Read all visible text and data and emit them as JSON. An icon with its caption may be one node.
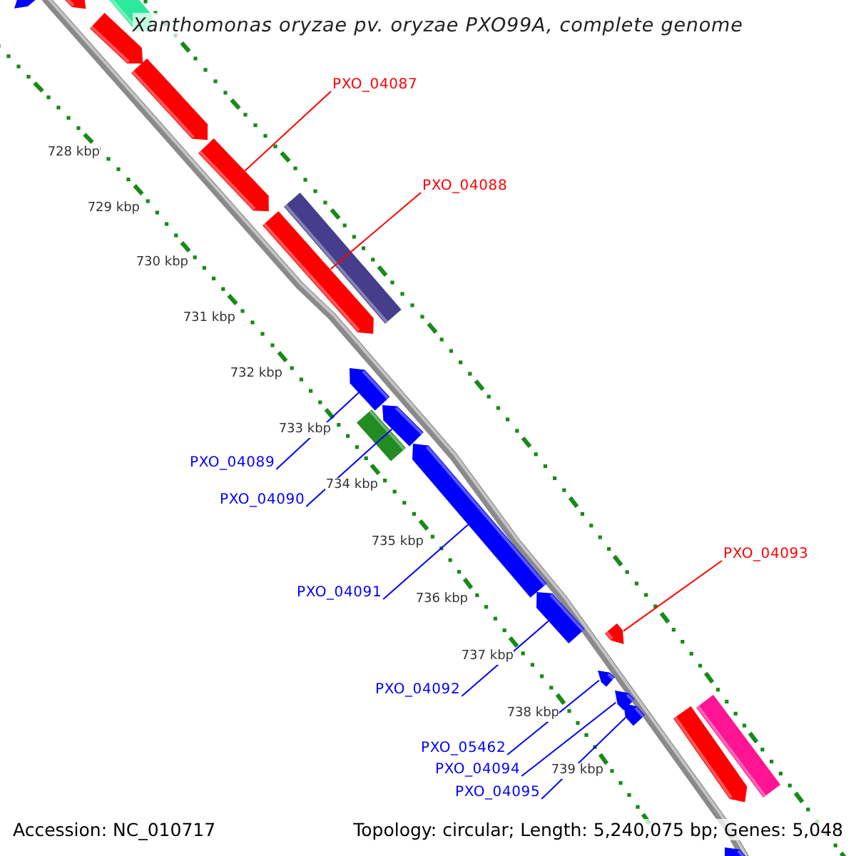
{
  "diagram": {
    "title": "Xanthomonas oryzae pv. oryzae PXO99A, complete genome",
    "nodes": [
      {
        "text": [],
        "shape": "arrow"
      },
      {
        "text": [],
        "shape": "arrow"
      },
      {
        "text": [],
        "shape": "arrow"
      },
      {
        "text": [],
        "shape": "arrow"
      },
      {
        "text": [
          "PXO_04087"
        ]
      },
      {
        "text": [],
        "shape": "arrow"
      },
      {
        "text": [],
        "shape": "arrow"
      },
      {
        "text": [],
        "shape": "bar"
      },
      {
        "text": [
          "PXO_04088"
        ]
      },
      {
        "text": [],
        "shape": "arrow"
      },
      {
        "text": [],
        "shape": "arrow"
      },
      {
        "text": [],
        "shape": "arrow"
      },
      {
        "text": [],
        "shape": "bar"
      },
      {
        "text": [
          "PXO_04089"
        ]
      },
      {
        "text": [
          "PXO_04090"
        ]
      },
      {
        "text": [],
        "shape": "arrow"
      },
      {
        "text": [
          "PXO_04093"
        ]
      },
      {
        "text": [
          "PXO_04091"
        ]
      },
      {
        "text": [],
        "shape": "arrow"
      },
      {
        "text": [],
        "shape": "arrow"
      },
      {
        "text": [
          "PXO_04092"
        ]
      },
      {
        "text": [],
        "shape": "arrow"
      },
      {
        "text": [],
        "shape": "arrow"
      },
      {
        "text": [],
        "shape": "arrow"
      },
      {
        "text": [],
        "shape": "arrow"
      },
      {
        "text": [],
        "shape": "bar"
      },
      {
        "text": [
          "PXO_05462"
        ]
      },
      {
        "text": [
          "PXO_04094"
        ]
      },
      {
        "text": [
          "PXO_04095"
        ]
      },
      {
        "text": [],
        "shape": "arrow"
      }
    ],
    "edges": [
      {
        "from": 4,
        "to": 6,
        "arrow": "none",
        "color": "#ff0000"
      },
      {
        "from": 8,
        "to": 9,
        "arrow": "none",
        "color": "#ff0000"
      },
      {
        "from": 13,
        "to": 10,
        "arrow": "none"
      },
      {
        "from": 14,
        "to": 11,
        "arrow": "none"
      },
      {
        "from": 16,
        "to": 19,
        "arrow": "none",
        "color": "#ff0000"
      },
      {
        "from": 17,
        "to": 15,
        "arrow": "none"
      },
      {
        "from": 20,
        "to": 18,
        "arrow": "none"
      },
      {
        "from": 26,
        "to": 21,
        "arrow": "none"
      },
      {
        "from": 27,
        "to": 22,
        "arrow": "none"
      },
      {
        "from": 28,
        "to": 23,
        "arrow": "none"
      }
    ],
    "labels": [
      "728 kbp",
      "729 kbp",
      "730 kbp",
      "731 kbp",
      "732 kbp",
      "733 kbp",
      "734 kbp",
      "735 kbp",
      "736 kbp",
      "737 kbp",
      "738 kbp",
      "739 kbp",
      "Accession: NC_010717",
      "Topology: circular; Length: 5,240,075 bp; Genes: 5,048"
    ]
  }
}
